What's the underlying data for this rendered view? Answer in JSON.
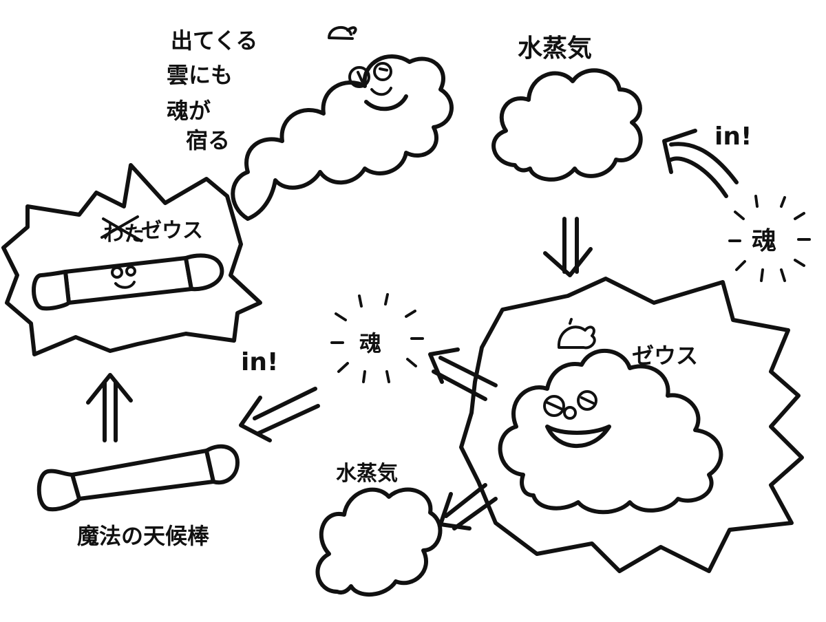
{
  "notes": {
    "cloud_soul_line1": "出てくる",
    "cloud_soul_line2": "雲にも",
    "cloud_soul_line3": "魂が",
    "cloud_soul_line4": "宿る"
  },
  "labels": {
    "steam_top": "水蒸気",
    "steam_bottom": "水蒸気",
    "zeus_right": "ゼウス",
    "zeus_left": "ゼウス",
    "zeus_left_crossed": "わた",
    "soul_right": "魂",
    "soul_center": "魂",
    "in_right": "in!",
    "in_left": "in!",
    "wand": "魔法の天候棒"
  },
  "colors": {
    "ink": "#111111",
    "paper": "#ffffff"
  },
  "icons": {
    "cloud": "cloud-icon",
    "soul_burst": "soul-burst-icon",
    "arrow": "arrow-icon",
    "wand": "wand-icon"
  }
}
